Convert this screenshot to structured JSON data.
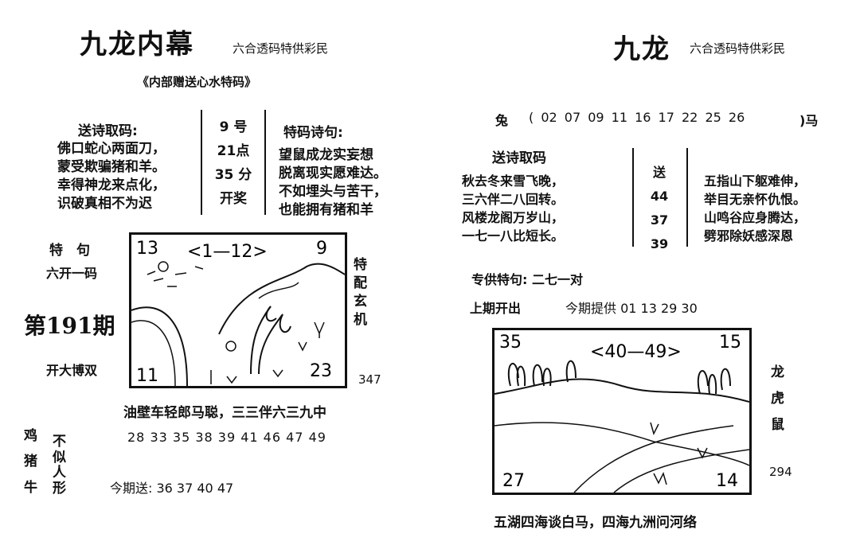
{
  "left": {
    "title": "九龙内幕",
    "subtitle": "六合透码特供彩民",
    "inner_title": "《内部赠送心水特码》",
    "poem_label": "送诗取码:",
    "poem_lines": [
      "佛口蛇心两面刀，",
      "蒙受欺骗猪和羊。",
      "幸得神龙来点化，",
      "识破真相不为迟"
    ],
    "draw_info": [
      "9 号",
      "21点",
      "35 分",
      "开奖"
    ],
    "tema_label": "特码诗句:",
    "tema_lines": [
      "望鼠成龙实妄想",
      "脱离现实愿难达。",
      "不如埋头与苦干，",
      "也能拥有猪和羊"
    ],
    "te_ju": "特　句",
    "liu_kai": "六开一码",
    "issue": "第191期",
    "kai_da": "开大博双",
    "side_vertical": [
      "特",
      "配",
      "玄",
      "机"
    ],
    "num_347": "347",
    "sketch": {
      "tl": "13",
      "top": "<1—12>",
      "tr": "9",
      "bl": "11",
      "br": "23"
    },
    "verse": "油壁车轻郎马聪，三三伴六三九中",
    "numbers": "28 33 35 38 39 41 46 47 49",
    "animals": [
      "鸡",
      "猪",
      "牛"
    ],
    "bu_si": [
      "不",
      "似",
      "人",
      "形"
    ],
    "jinqi_song": "今期送: 36 37 40 47"
  },
  "right": {
    "title": "九龙",
    "subtitle": "六合透码特供彩民",
    "tu": "兔",
    "row_numbers": "( 02  07  09  11  16  17  22  25  26",
    "ma": ")马",
    "poem_label": "送诗取码",
    "poem_lines": [
      "秋去冬来雪飞晚，",
      "三六伴二八回转。",
      "风楼龙阁万岁山，",
      "一七一八比短长。"
    ],
    "song_col": [
      "送",
      "44",
      "37",
      "39"
    ],
    "poem2_lines": [
      "五指山下躯难伸，",
      "举目无亲怀仇恨。",
      "山鸣谷应身腾达，",
      "劈邪除妖感深恩"
    ],
    "zhuan_gong": "专供特句:  二七一对",
    "shangqi": "上期开出",
    "jinqi": "今期提供  01 13 29 30",
    "sketch": {
      "tl": "35",
      "top": "<40—49>",
      "tr": "15",
      "bl": "27",
      "br": "14"
    },
    "side_animals": [
      "龙",
      "虎",
      "鼠"
    ],
    "num_294": "294",
    "bottom_verse": "五湖四海谈白马，四海九洲问河络"
  }
}
